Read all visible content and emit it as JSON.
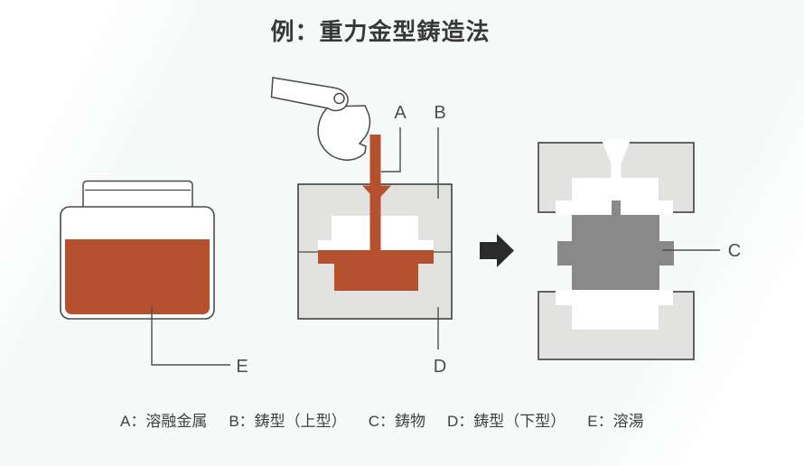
{
  "title": "例：重力金型鋳造法",
  "labels": {
    "a": "A",
    "b": "B",
    "c": "C",
    "d": "D",
    "e": "E"
  },
  "legend": {
    "items": [
      "A：溶融金属",
      "B：鋳型（上型）",
      "C：鋳物",
      "D：鋳型（下型）",
      "E：溶湯"
    ]
  },
  "colors": {
    "molten_metal": "#b5512f",
    "mold_fill": "#e2e3e0",
    "outline": "#4a4a4a",
    "casting": "#898989",
    "arrow": "#2b2b2b",
    "label_text": "#4d4d4d"
  }
}
